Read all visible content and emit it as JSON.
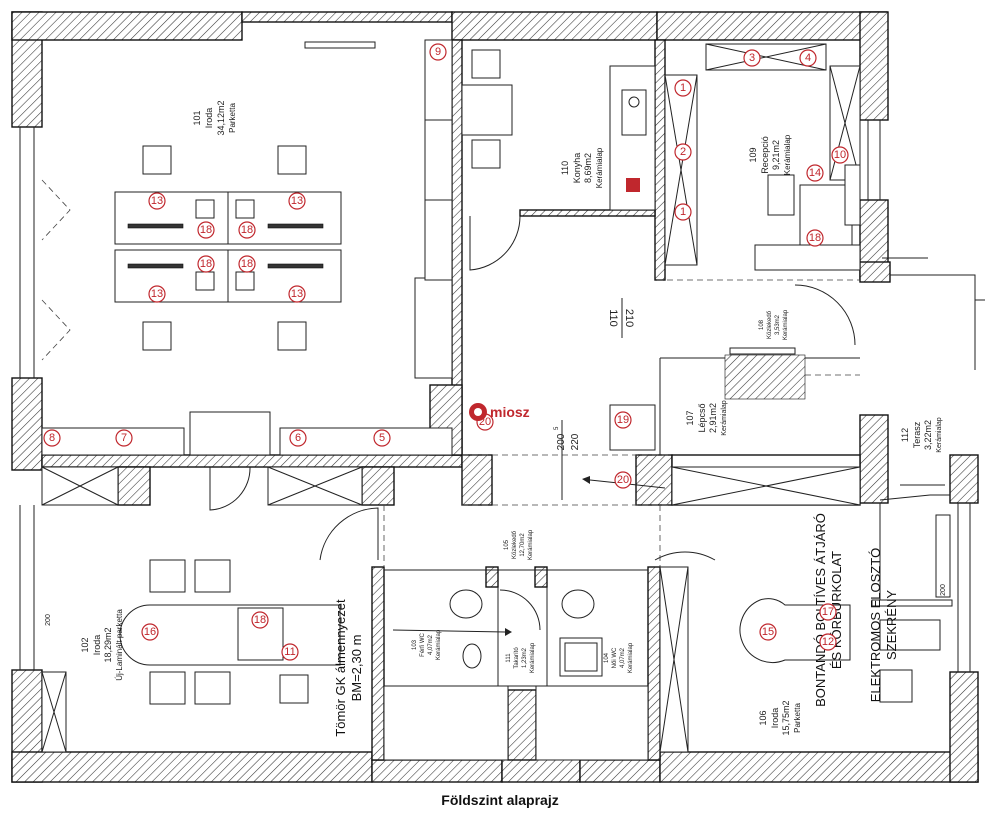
{
  "caption": "Földszint alaprajz",
  "watermark": "miosz",
  "rooms": {
    "r101": {
      "num": "101",
      "name": "Iroda",
      "area": "34,12m2",
      "floor": "Parketta"
    },
    "r102": {
      "num": "102",
      "name": "Iroda",
      "area": "18,29m2",
      "floor": "Új-Laminált parketta"
    },
    "r103": {
      "num": "103",
      "name": "Férfi WC",
      "area": "4,07m2",
      "floor": "Kerámialap"
    },
    "r104": {
      "num": "104",
      "name": "Női WC",
      "area": "4,07m2",
      "floor": "Kerámialap"
    },
    "r105": {
      "num": "105",
      "name": "Közlekedő",
      "area": "12,70m2",
      "floor": "Kerámialap"
    },
    "r106": {
      "num": "106",
      "name": "Iroda",
      "area": "15,75m2",
      "floor": "Parketta"
    },
    "r107": {
      "num": "107",
      "name": "Lépcső",
      "area": "2,91m2",
      "floor": "Kerámialap"
    },
    "r108": {
      "num": "108",
      "name": "Közlekedő",
      "area": "3,53m2",
      "floor": "Kerámialap"
    },
    "r109": {
      "num": "109",
      "name": "Recepció",
      "area": "9,21m2",
      "floor": "Kerámialap"
    },
    "r110": {
      "num": "110",
      "name": "Konyha",
      "area": "8,69m2",
      "floor": "Kerámialap"
    },
    "r111": {
      "num": "111",
      "name": "Takarító",
      "area": "1,23m2",
      "floor": "Kerámialap"
    },
    "r112": {
      "num": "112",
      "name": "Terasz",
      "area": "3,22m2",
      "floor": "Kerámialap"
    }
  },
  "dimensions": {
    "opening_top": "110",
    "opening_bottom": "210",
    "door_a": "200",
    "door_a_sup": "5",
    "door_b": "220",
    "window_label": "200"
  },
  "notes": {
    "wall_line1": "Tömör GK álmennyezet",
    "wall_line2": "BM=2,30 m",
    "demolish_line1": "BONTANDÓ BOLTÍVES ÁTJÁRÓ",
    "demolish_line2": "ÉS KÖRBURKOLAT",
    "electric_line1": "ELEKTROMOS ELOSZTÓ",
    "electric_line2": "SZEKRÉNY"
  },
  "markers": [
    {
      "label": "1"
    },
    {
      "label": "2"
    },
    {
      "label": "1"
    },
    {
      "label": "3"
    },
    {
      "label": "4"
    },
    {
      "label": "9"
    },
    {
      "label": "10"
    },
    {
      "label": "14"
    },
    {
      "label": "18"
    },
    {
      "label": "13"
    },
    {
      "label": "13"
    },
    {
      "label": "13"
    },
    {
      "label": "13"
    },
    {
      "label": "18"
    },
    {
      "label": "18"
    },
    {
      "label": "18"
    },
    {
      "label": "18"
    },
    {
      "label": "8"
    },
    {
      "label": "7"
    },
    {
      "label": "6"
    },
    {
      "label": "5"
    },
    {
      "label": "20"
    },
    {
      "label": "19"
    },
    {
      "label": "20"
    },
    {
      "label": "16"
    },
    {
      "label": "18"
    },
    {
      "label": "11"
    },
    {
      "label": "15"
    },
    {
      "label": "17"
    },
    {
      "label": "12"
    }
  ],
  "colors": {
    "wall": "#111111",
    "marker": "#c0272d",
    "watermark": "#c0272d"
  }
}
